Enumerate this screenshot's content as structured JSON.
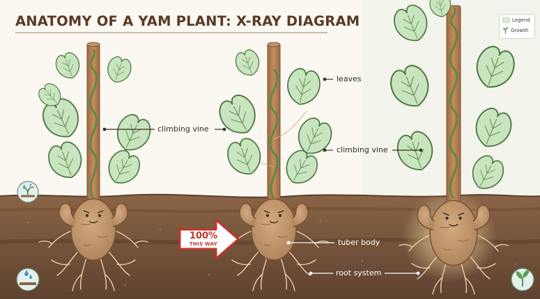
{
  "header": {
    "title": "ANATOMY OF A YAM PLANT: X-RAY DIAGRAM"
  },
  "legend": {
    "title": "Legend",
    "growth_label": "Growth"
  },
  "labels": {
    "climbing_vine_left": "climbing vine",
    "leaves": "leaves",
    "climbing_vine_right": "climbing vine",
    "tuber_body": "tuber body",
    "root_system": "root system"
  },
  "callout": {
    "percent": "100%",
    "text": "THIS WAY"
  },
  "colors": {
    "background": "#fbf8f1",
    "soil_dark": "#6b4a33",
    "soil_mid": "#8a6446",
    "leaf_fill": "#c9e5bf",
    "leaf_stroke": "#4e7a45",
    "stake": "#b27a4f",
    "tuber": "#c49a70",
    "accent_red": "#c0352b",
    "title": "#5a3a26"
  },
  "icons": [
    "sprout-icon",
    "water-drop-icon",
    "seedling-icon",
    "soil-icon"
  ]
}
